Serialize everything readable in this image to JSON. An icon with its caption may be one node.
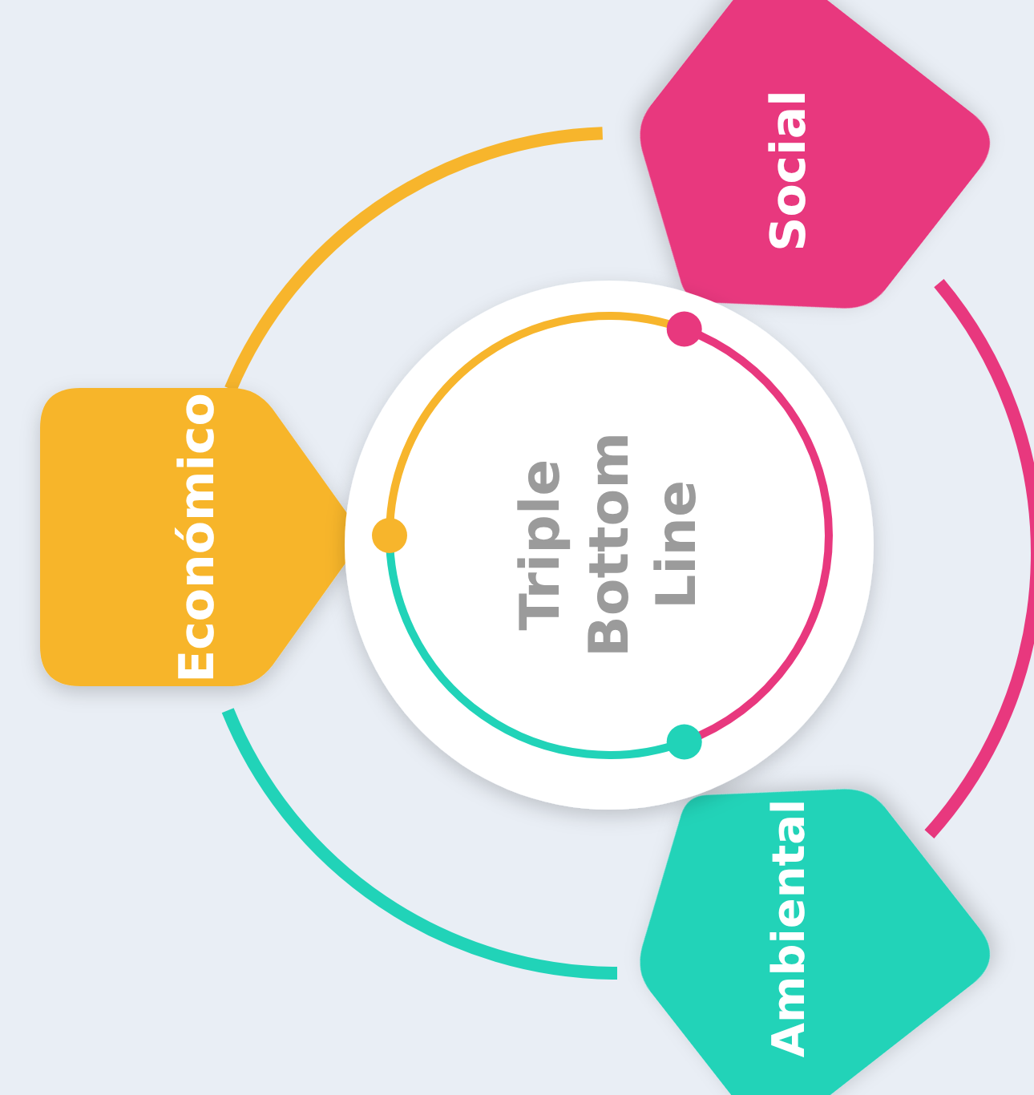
{
  "diagram": {
    "nodes": [
      {
        "text": [
          "Económico"
        ]
      },
      {
        "text": [
          "Social"
        ]
      },
      {
        "text": [
          "Ambiental"
        ]
      },
      {
        "text": [
          "Triple Bottom Line"
        ]
      }
    ],
    "edges": [
      {
        "from": 0,
        "to": 1,
        "arrow": "none",
        "color": "#f7b52c"
      },
      {
        "from": 1,
        "to": 2,
        "arrow": "none",
        "color": "#e8387e"
      },
      {
        "from": 2,
        "to": 0,
        "arrow": "none",
        "color": "#21d3b8"
      }
    ]
  }
}
